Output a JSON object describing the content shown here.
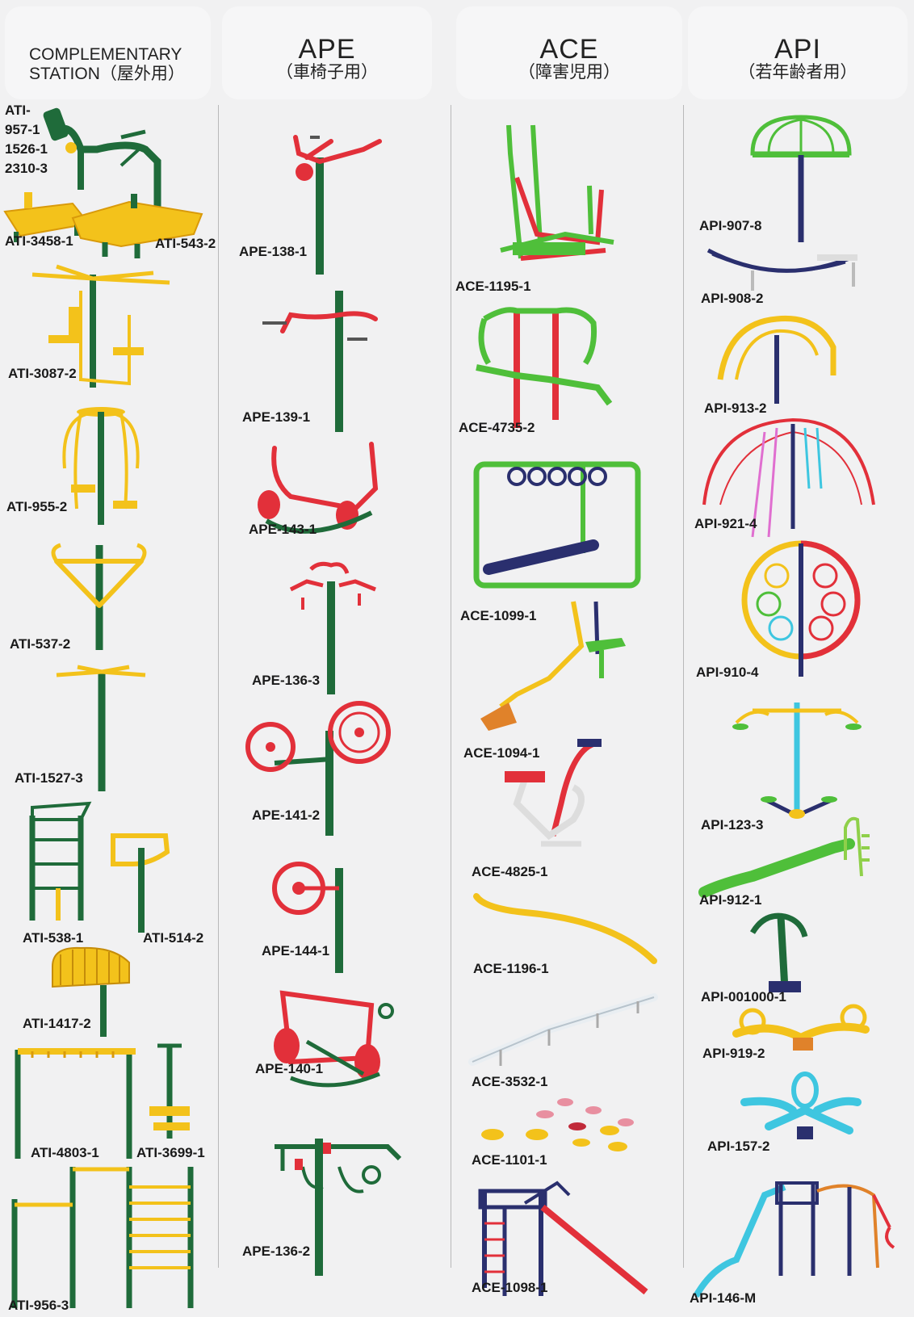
{
  "columns": [
    {
      "title": "COMPLEMENTARY",
      "subtitle": "STATION（屋外用）"
    },
    {
      "title": "APE",
      "subtitle": "（車椅子用）"
    },
    {
      "title": "ACE",
      "subtitle": "（障害児用）"
    },
    {
      "title": "API",
      "subtitle": "（若年齢者用）"
    }
  ],
  "labels": {
    "ati_957": "ATI-\n957-1\n1526-1\n2310-3",
    "ati_3458": "ATI-3458-1",
    "ati_543": "ATI-543-2",
    "ati_3087": "ATI-3087-2",
    "ati_955": "ATI-955-2",
    "ati_537": "ATI-537-2",
    "ati_1527": "ATI-1527-3",
    "ati_538": "ATI-538-1",
    "ati_514": "ATI-514-2",
    "ati_1417": "ATI-1417-2",
    "ati_4803": "ATI-4803-1",
    "ati_3699": "ATI-3699-1",
    "ati_956": "ATI-956-3",
    "ape_138": "APE-138-1",
    "ape_139": "APE-139-1",
    "ape_143": "APE-143-1",
    "ape_136_3": "APE-136-3",
    "ape_141": "APE-141-2",
    "ape_144": "APE-144-1",
    "ape_140": "APE-140-1",
    "ape_136_2": "APE-136-2",
    "ace_1195": "ACE-1195-1",
    "ace_4735": "ACE-4735-2",
    "ace_1099": "ACE-1099-1",
    "ace_1094": "ACE-1094-1",
    "ace_4825": "ACE-4825-1",
    "ace_1196": "ACE-1196-1",
    "ace_3532": "ACE-3532-1",
    "ace_1101": "ACE-1101-1",
    "ace_1098": "ACE-1098-1",
    "api_907": "API-907-8",
    "api_908": "API-908-2",
    "api_913": "API-913-2",
    "api_921": "API-921-4",
    "api_910": "API-910-4",
    "api_123": "API-123-3",
    "api_912": "API-912-1",
    "api_001000": "API-001000-1",
    "api_919": "API-919-2",
    "api_157": "API-157-2",
    "api_146": "API-146-M"
  },
  "colors": {
    "green": "#1f6b3a",
    "yellow": "#f3c21b",
    "red": "#e2303a",
    "lime": "#4fbf3a",
    "navy": "#2a2f6e",
    "cyan": "#3ec6e0"
  }
}
